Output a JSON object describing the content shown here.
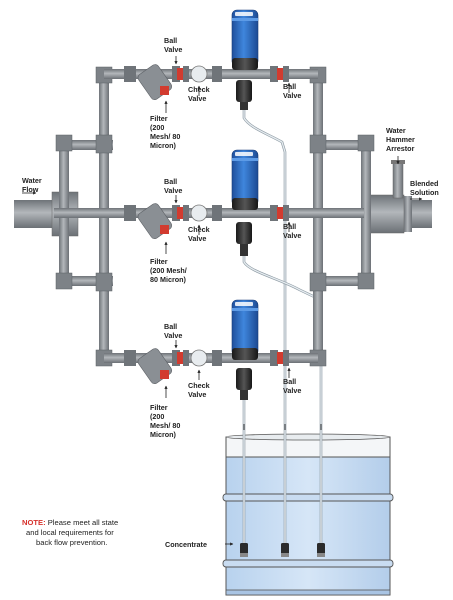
{
  "labels": {
    "ball_valve": "Ball Valve",
    "ball": "Ball",
    "valve": "Valve",
    "check": "Check",
    "filter": "Filter",
    "filter_top_l2": "(200",
    "filter_top_l3": "Mesh/ 80",
    "filter_top_l4": "Micron)",
    "filter_mid_l2": "(200 Mesh/",
    "filter_mid_l3": "80 Micron)",
    "water_flow_l1": "Water",
    "water_flow_l2": "Flow",
    "hammer_l1": "Water",
    "hammer_l2": "Hammer",
    "hammer_l3": "Arrestor",
    "blended_l1": "Blended",
    "blended_l2": "Solution",
    "concentrate": "Concentrate"
  },
  "note": {
    "prefix": "NOTE:",
    "line1": " Please meet all state",
    "line2": "and local requirements for",
    "line3": "back flow prevention."
  },
  "colors": {
    "pipe": "#8d9297",
    "pump_blue": "#2e6fc4",
    "water": "#c6dcf2",
    "note_red": "#d6312c",
    "red_band": "#d23b2f"
  }
}
